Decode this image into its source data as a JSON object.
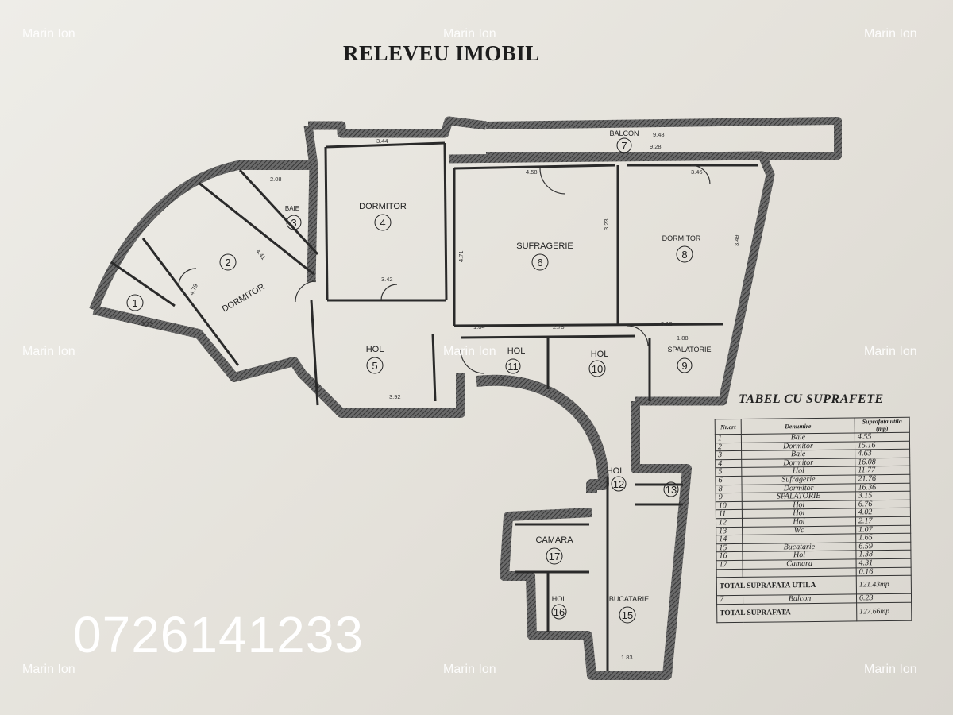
{
  "title": "RELEVEU IMOBIL",
  "watermark": "Marin Ion",
  "phone": "0726141233",
  "rooms": [
    {
      "num": "1",
      "name": ""
    },
    {
      "num": "2",
      "name": "DORMITOR"
    },
    {
      "num": "3",
      "name": "BAIE"
    },
    {
      "num": "4",
      "name": "DORMITOR"
    },
    {
      "num": "5",
      "name": "HOL"
    },
    {
      "num": "6",
      "name": "SUFRAGERIE"
    },
    {
      "num": "7",
      "name": "BALCON"
    },
    {
      "num": "8",
      "name": "DORMITOR"
    },
    {
      "num": "9",
      "name": "SPALATORIE"
    },
    {
      "num": "10",
      "name": "HOL"
    },
    {
      "num": "11",
      "name": "HOL"
    },
    {
      "num": "12",
      "name": "HOL"
    },
    {
      "num": "13",
      "name": ""
    },
    {
      "num": "15",
      "name": "BUCATARIE"
    },
    {
      "num": "16",
      "name": "HOL"
    },
    {
      "num": "17",
      "name": "CAMARA"
    }
  ],
  "dimensions": [
    "9.48",
    "9.28",
    "3.44",
    "4.58",
    "3.46",
    "4.71",
    "3.42",
    "3.23",
    "3.49",
    "2.75",
    "3.12",
    "3.92",
    "4.41",
    "4.79",
    "2.08",
    "3.33",
    "1.84",
    "2.93",
    "1.88",
    "1.83"
  ],
  "surface_table": {
    "title": "TABEL CU SUPRAFETE",
    "headers": [
      "Nr.crt",
      "Denumire",
      "Suprafata utila (mp)"
    ],
    "rows": [
      {
        "nr": "1",
        "name": "Baie",
        "area": "4.55"
      },
      {
        "nr": "2",
        "name": "Dormitor",
        "area": "15.16"
      },
      {
        "nr": "3",
        "name": "Baie",
        "area": "4.63"
      },
      {
        "nr": "4",
        "name": "Dormitor",
        "area": "16.08"
      },
      {
        "nr": "5",
        "name": "Hol",
        "area": "11.77"
      },
      {
        "nr": "6",
        "name": "Sufragerie",
        "area": "21.76"
      },
      {
        "nr": "8",
        "name": "Dormitor",
        "area": "16.36"
      },
      {
        "nr": "9",
        "name": "SPALATORIE",
        "area": "3.15"
      },
      {
        "nr": "10",
        "name": "Hol",
        "area": "6.76"
      },
      {
        "nr": "11",
        "name": "Hol",
        "area": "4.02"
      },
      {
        "nr": "12",
        "name": "Hol",
        "area": "2.17"
      },
      {
        "nr": "13",
        "name": "Wc",
        "area": "1.07"
      },
      {
        "nr": "14",
        "name": "",
        "area": "1.65"
      },
      {
        "nr": "15",
        "name": "Bucatarie",
        "area": "6.59"
      },
      {
        "nr": "16",
        "name": "Hol",
        "area": "1.38"
      },
      {
        "nr": "17",
        "name": "Camara",
        "area": "4.31"
      },
      {
        "nr": "",
        "name": "",
        "area": "0.16"
      }
    ],
    "total_util_label": "TOTAL SUPRAFATA UTILA",
    "total_util_value": "121.43mp",
    "balcon_nr": "7",
    "balcon_name": "Balcon",
    "balcon_area": "6.23",
    "total_label": "TOTAL SUPRAFATA",
    "total_value": "127.66mp"
  }
}
